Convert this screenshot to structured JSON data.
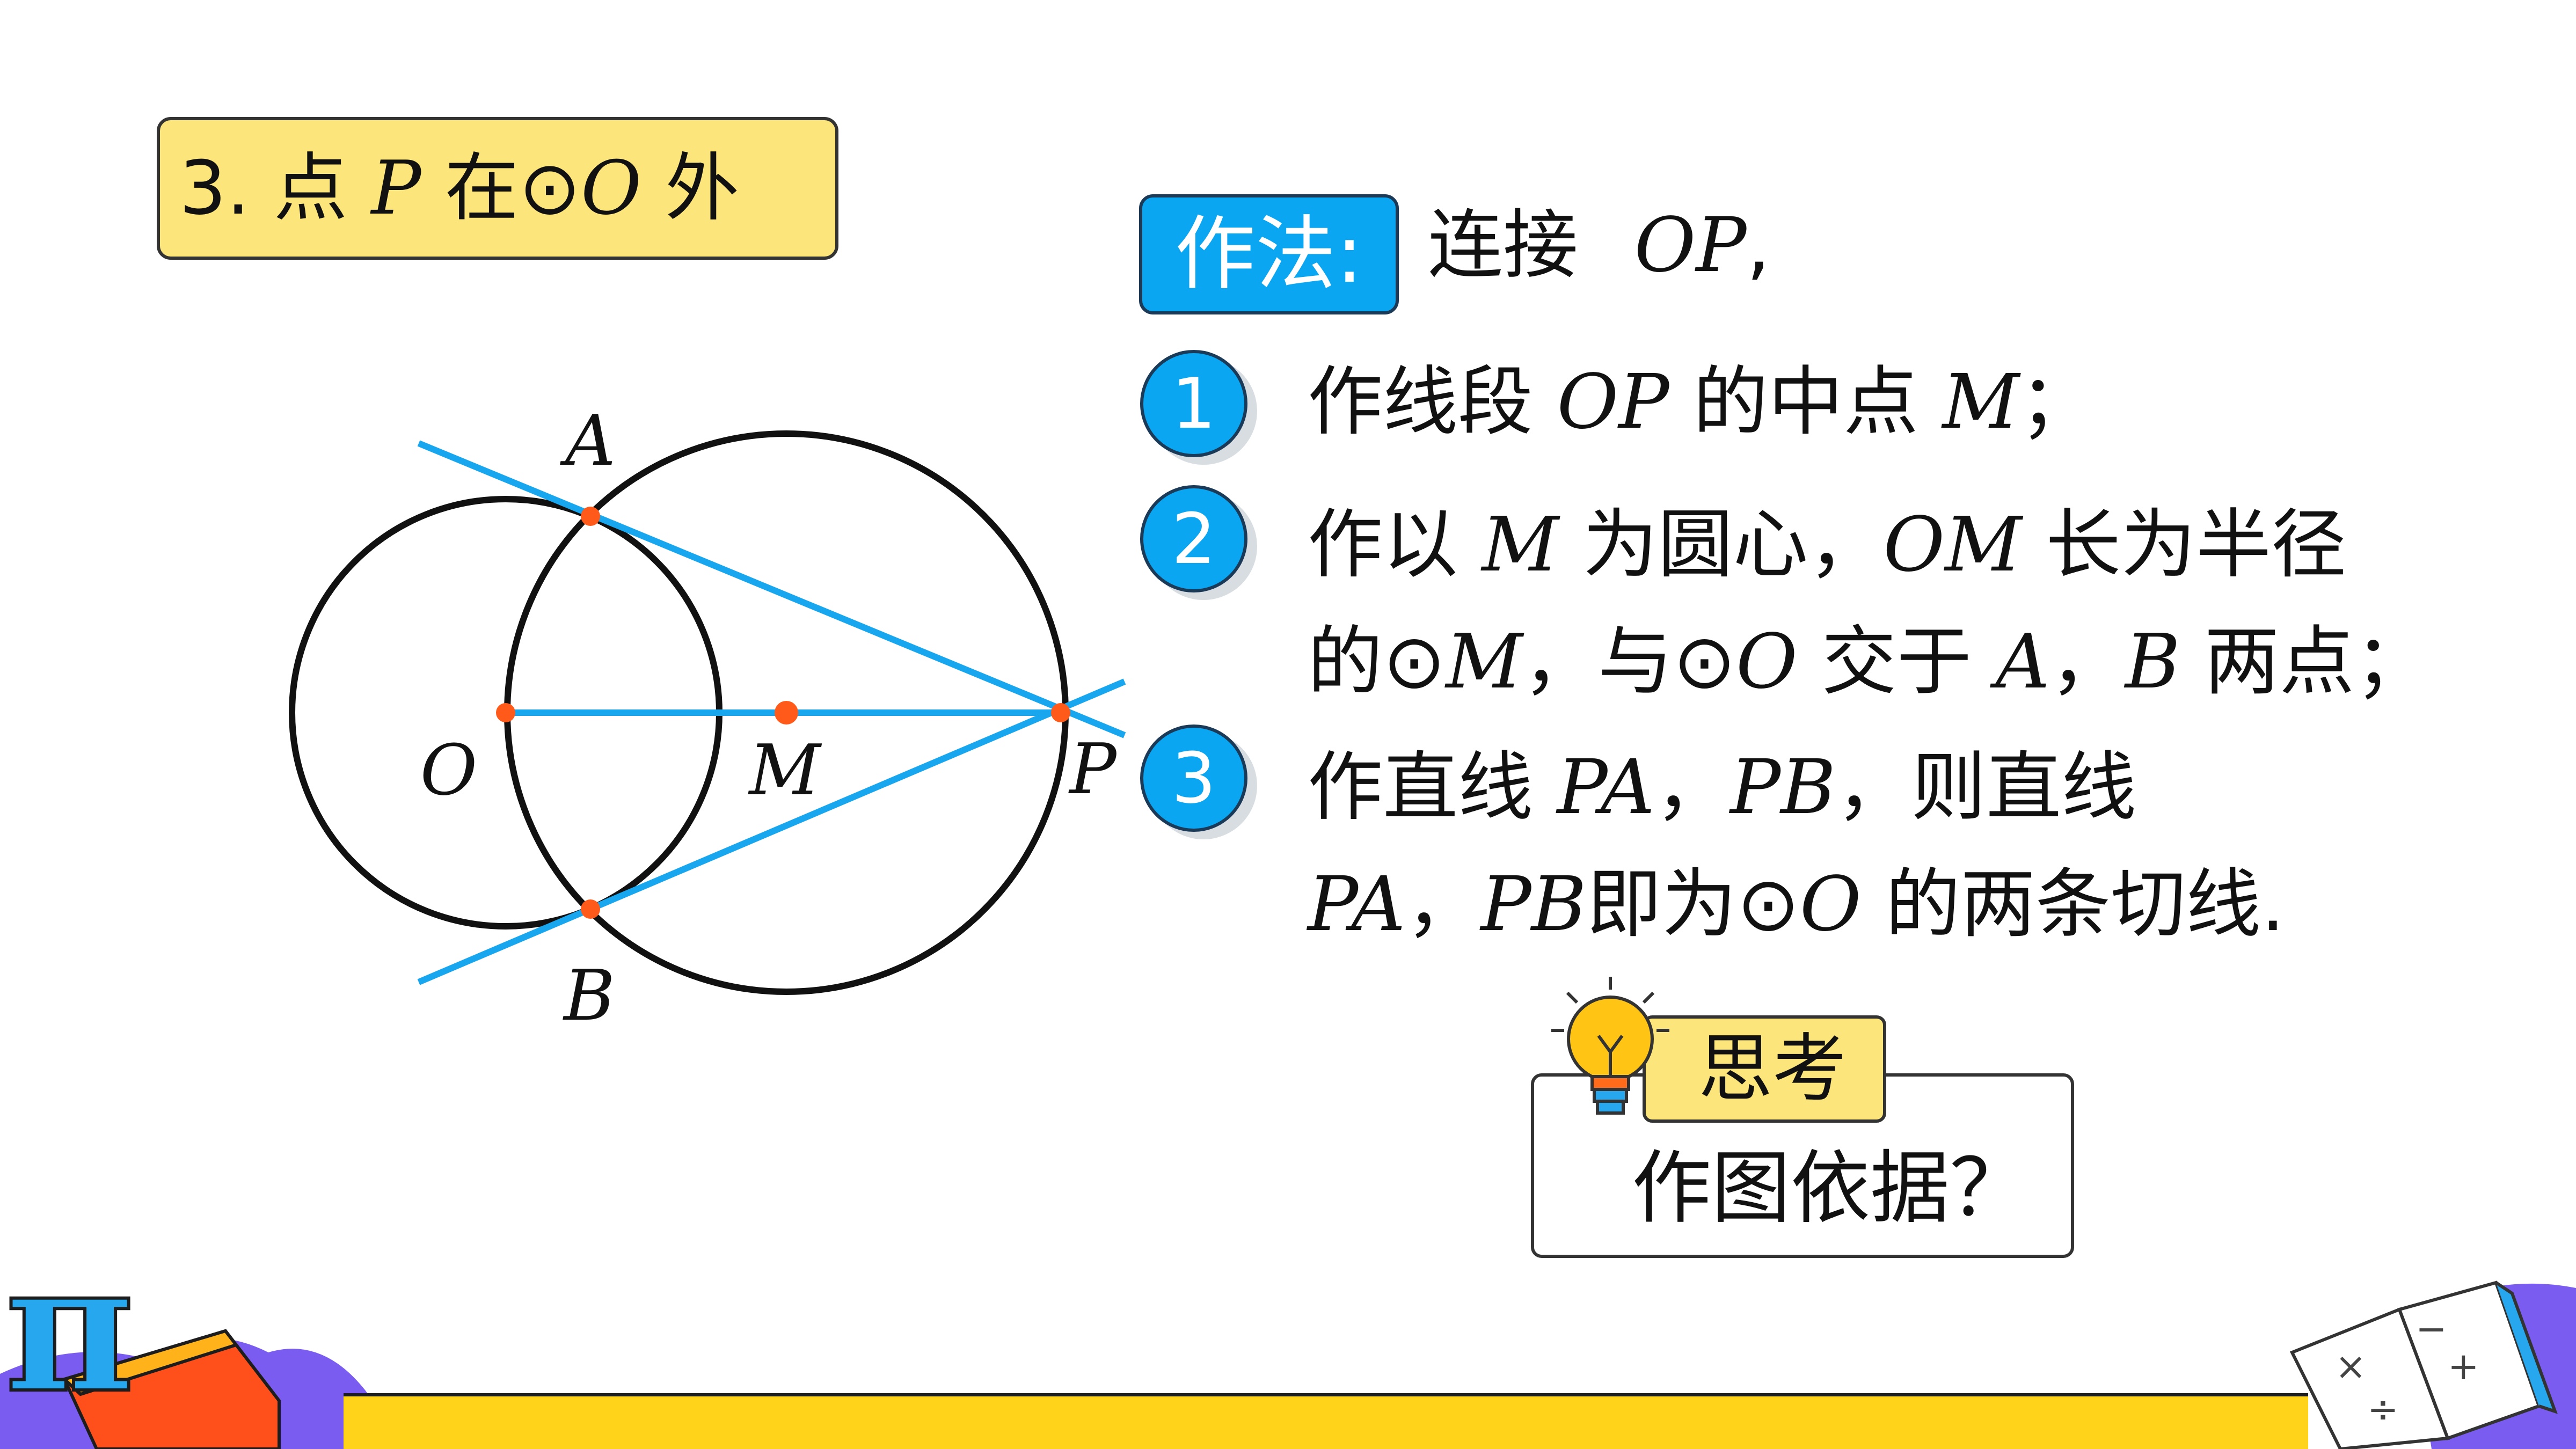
{
  "title": {
    "prefix": "3. 点",
    "point": "P",
    "mid": "在⊙",
    "circle": "O",
    "suffix": "外"
  },
  "diagram": {
    "labels": {
      "A": "A",
      "B": "B",
      "O": "O",
      "M": "M",
      "P": "P"
    },
    "colors": {
      "circle": "#111111",
      "line": "#18a6ef",
      "point": "#ff5a1a"
    }
  },
  "method": {
    "label": "作法:",
    "first_text": "连接",
    "first_seg": "OP",
    "first_end": ","
  },
  "steps": [
    {
      "num": "1",
      "lines": [
        [
          "作线段 ",
          {
            "i": "OP"
          },
          " 的中点 ",
          {
            "i": "M"
          },
          "；"
        ]
      ]
    },
    {
      "num": "2",
      "lines": [
        [
          "作以 ",
          {
            "i": "M"
          },
          " 为圆心，",
          {
            "i": "OM"
          },
          " 长为半径"
        ],
        [
          "的⊙",
          {
            "i": "M"
          },
          "，与⊙",
          {
            "i": "O"
          },
          " 交于 ",
          {
            "i": "A"
          },
          "，",
          {
            "i": "B"
          },
          " 两点；"
        ]
      ]
    },
    {
      "num": "3",
      "lines": [
        [
          "作直线 ",
          {
            "i": "PA"
          },
          "，",
          {
            "i": "PB"
          },
          "，则直线"
        ],
        [
          {
            "i": "PA"
          },
          "，",
          {
            "i": "PB"
          },
          "即为⊙",
          {
            "i": "O"
          },
          " 的两条切线."
        ]
      ]
    }
  ],
  "think": {
    "tab": "思考",
    "question": "作图依据？",
    "icon": "lightbulb-icon"
  },
  "decor": {
    "pi": "π",
    "book_symbols": [
      "−",
      "+",
      "×",
      "÷"
    ]
  }
}
